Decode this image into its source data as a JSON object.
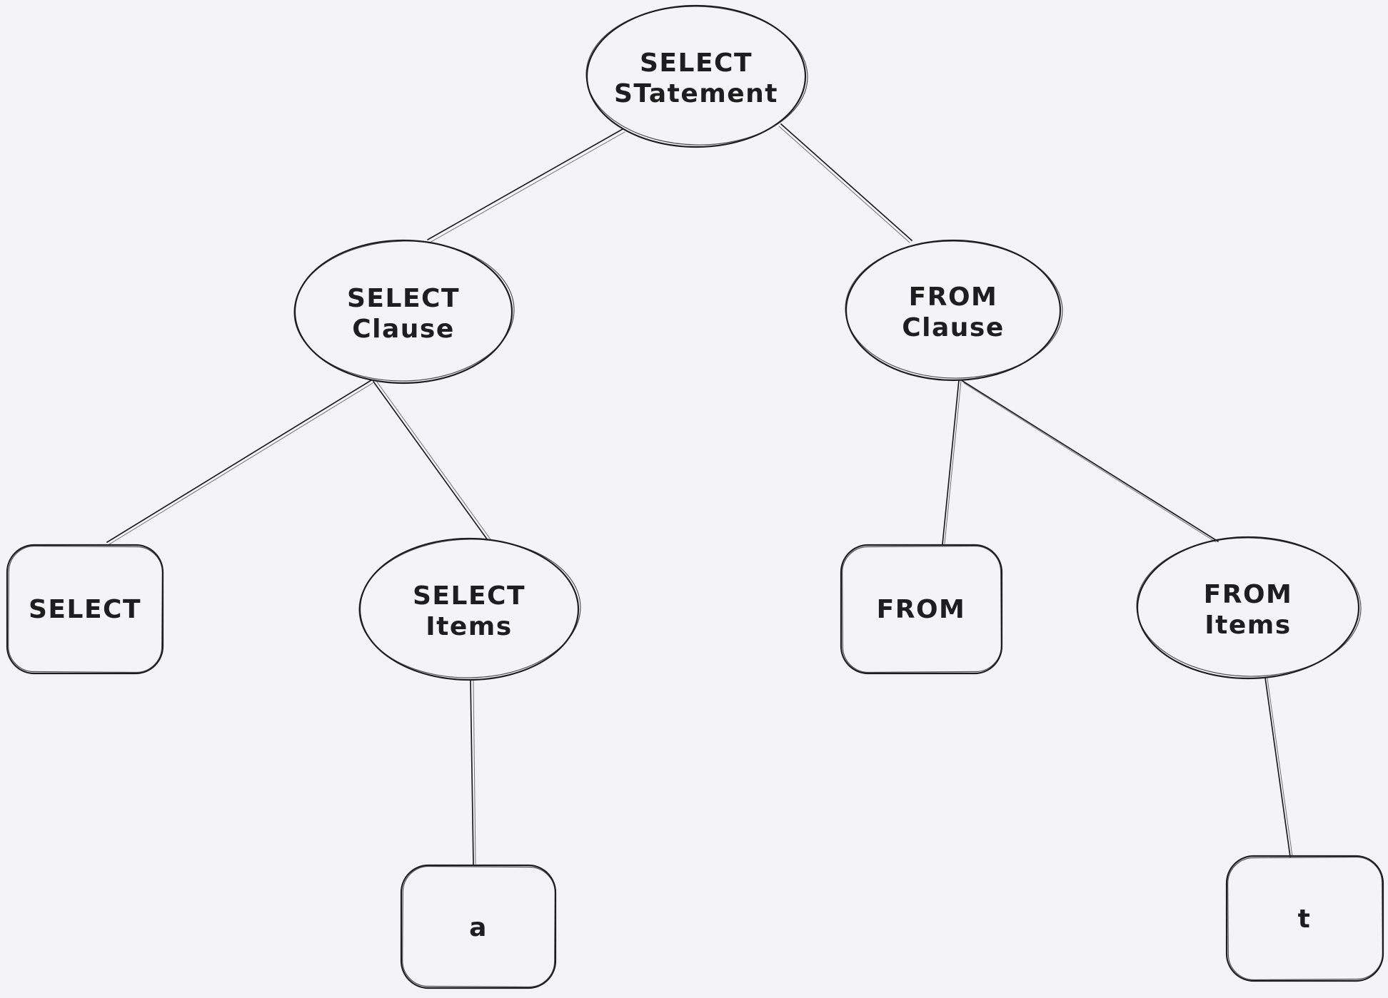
{
  "canvas": {
    "background": "#f4f4f6",
    "ink": "#1e1e1e",
    "style": "hand-drawn-sketch"
  },
  "diagram": {
    "kind": "parse-tree",
    "subject": "SQL SELECT statement syntax tree",
    "nodes": {
      "select_statement": {
        "shape": "ellipse",
        "line1": "SELECT",
        "line2": "STatement"
      },
      "select_clause": {
        "shape": "ellipse",
        "line1": "SELECT",
        "line2": "Clause"
      },
      "from_clause": {
        "shape": "ellipse",
        "line1": "FROM",
        "line2": "Clause"
      },
      "select_keyword": {
        "shape": "rectangle",
        "line1": "SELECT"
      },
      "select_items": {
        "shape": "ellipse",
        "line1": "SELECT",
        "line2": "Items"
      },
      "from_keyword": {
        "shape": "rectangle",
        "line1": "FROM"
      },
      "from_items": {
        "shape": "ellipse",
        "line1": "FROM",
        "line2": "Items"
      },
      "column_a": {
        "shape": "rectangle",
        "line1": "a"
      },
      "table_t": {
        "shape": "rectangle",
        "line1": "t"
      }
    },
    "edges": [
      {
        "from": "select_statement",
        "to": "select_clause"
      },
      {
        "from": "select_statement",
        "to": "from_clause"
      },
      {
        "from": "select_clause",
        "to": "select_keyword"
      },
      {
        "from": "select_clause",
        "to": "select_items"
      },
      {
        "from": "from_clause",
        "to": "from_keyword"
      },
      {
        "from": "from_clause",
        "to": "from_items"
      },
      {
        "from": "select_items",
        "to": "column_a"
      },
      {
        "from": "from_items",
        "to": "table_t"
      }
    ]
  }
}
